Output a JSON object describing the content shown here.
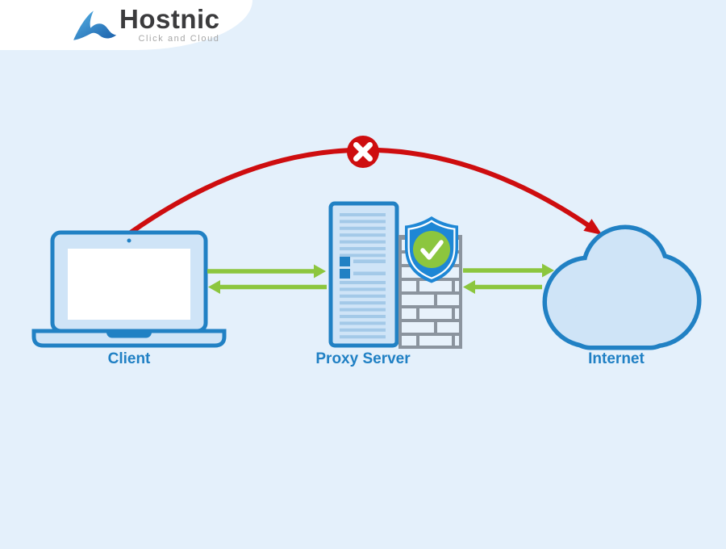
{
  "header": {
    "brand": "Hostnic",
    "tagline": "Click and Cloud"
  },
  "diagram": {
    "nodes": [
      {
        "id": "client",
        "label": "Client"
      },
      {
        "id": "proxy-server",
        "label": "Proxy Server"
      },
      {
        "id": "internet",
        "label": "Internet"
      }
    ],
    "connections": [
      {
        "from": "client",
        "to": "proxy-server",
        "style": "green-bidirectional-arrows"
      },
      {
        "from": "proxy-server",
        "to": "internet",
        "style": "green-bidirectional-arrows"
      },
      {
        "from": "client",
        "to": "internet",
        "style": "red-blocked-direct-arc"
      }
    ]
  },
  "icons": {
    "hostnic-swoosh-icon": "blue wave swoosh",
    "client-laptop-icon": "laptop",
    "proxy-server-icon": "server rack with lines",
    "firewall-icon": "brick wall",
    "shield-check-icon": "shield with green check ✓",
    "internet-cloud-icon": "cloud",
    "blocked-x-icon": "red circle with white ✕",
    "arrow-right-icon": "→",
    "arrow-left-icon": "←"
  },
  "colors": {
    "background": "#e4f0fb",
    "header_white": "#ffffff",
    "primary_blue": "#2181c4",
    "fill_blue": "#cfe4f7",
    "stripe_blue": "#a3c9e8",
    "arrow_green": "#8cc63e",
    "badge_green": "#8cc63e",
    "blocked_red": "#ce0d0f",
    "firewall_gray": "#8b949e",
    "brick_fill": "#e8f2fb",
    "shield_blue": "#1e87d5",
    "label_blue": "#2080c4",
    "brand_text": "#3b3b3d",
    "tagline_gray": "#a7a7a7"
  }
}
